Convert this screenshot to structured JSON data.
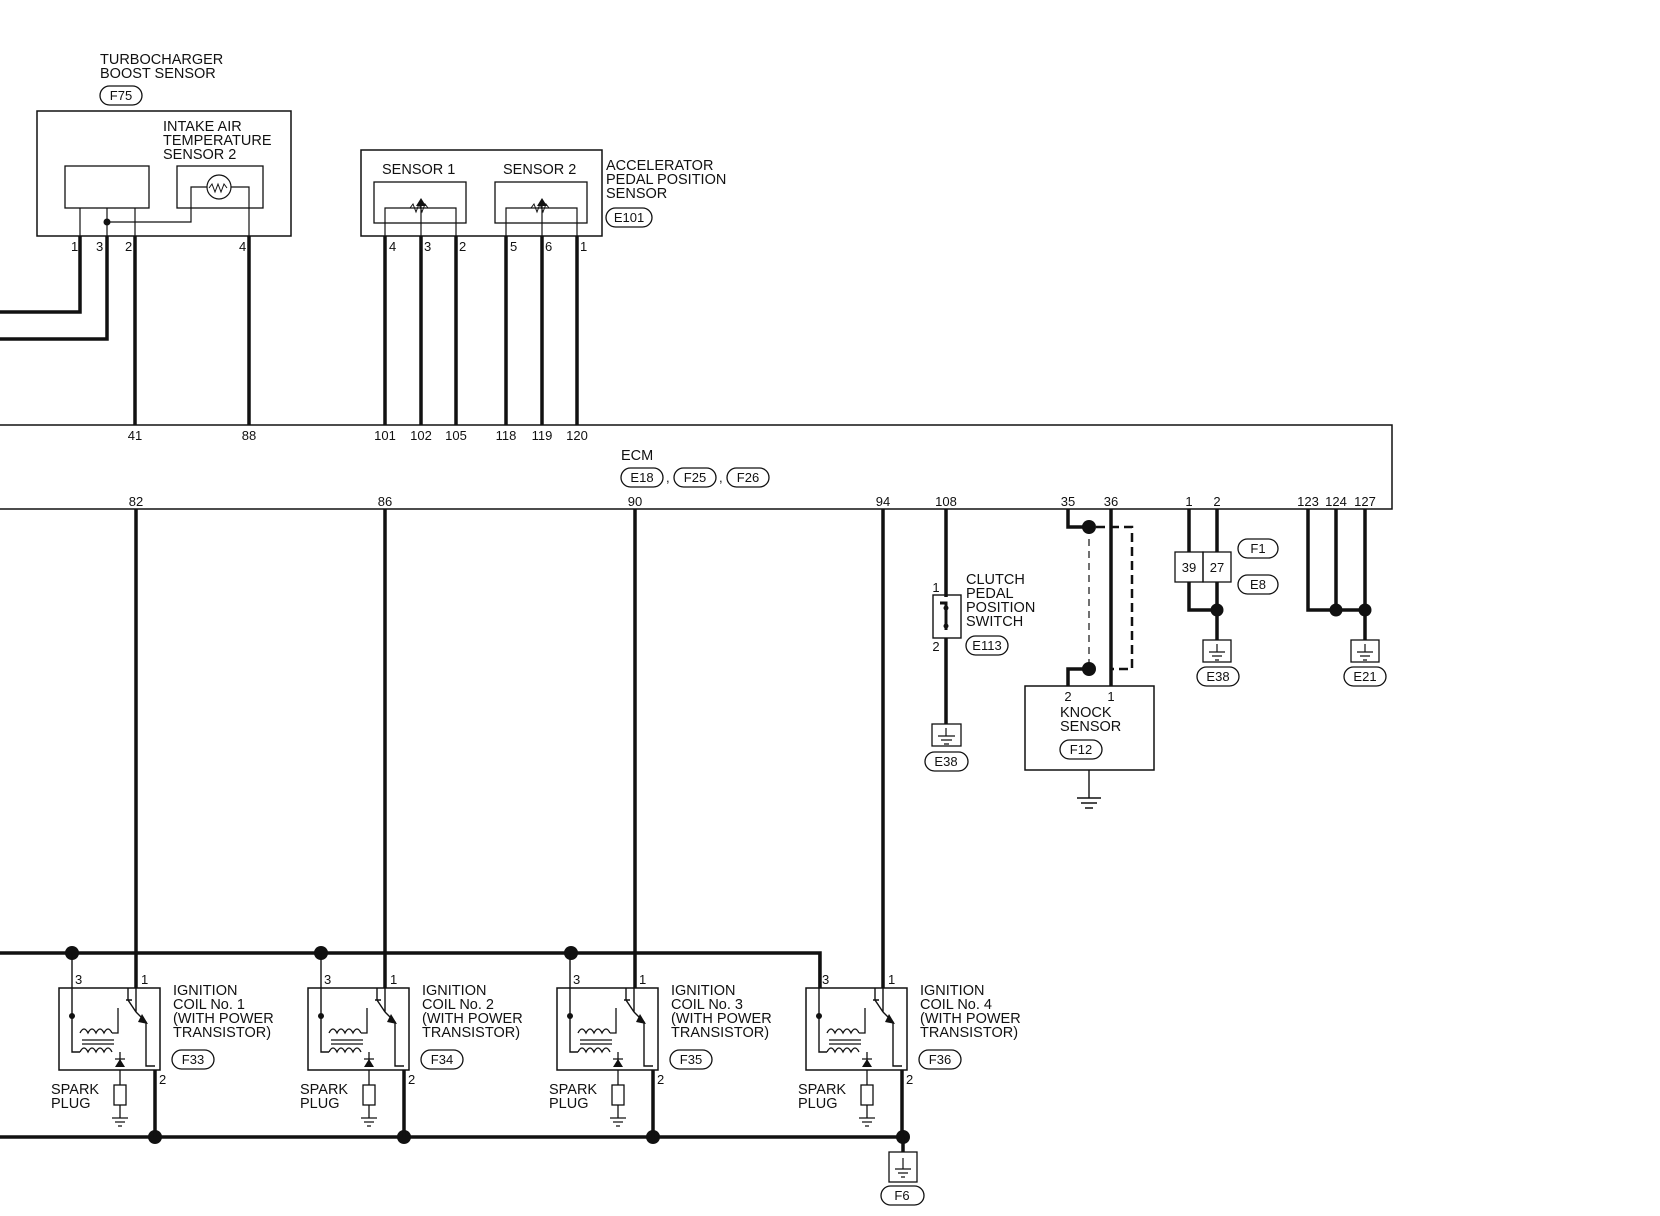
{
  "labels": {
    "turbo": [
      "TURBOCHARGER",
      "BOOST SENSOR"
    ],
    "iat": [
      "INTAKE AIR",
      "TEMPERATURE",
      "SENSOR 2"
    ],
    "sensor1": "SENSOR 1",
    "sensor2": "SENSOR 2",
    "apps": [
      "ACCELERATOR",
      "PEDAL POSITION",
      "SENSOR"
    ],
    "ecm": "ECM",
    "clutch": [
      "CLUTCH",
      "PEDAL",
      "POSITION",
      "SWITCH"
    ],
    "knock": [
      "KNOCK",
      "SENSOR"
    ],
    "spark": [
      "SPARK",
      "PLUG"
    ],
    "coil1": [
      "IGNITION",
      "COIL No. 1",
      "(WITH POWER",
      " TRANSISTOR)"
    ],
    "coil2": [
      "IGNITION",
      "COIL No. 2",
      "(WITH POWER",
      " TRANSISTOR)"
    ],
    "coil3": [
      "IGNITION",
      "COIL No. 3",
      "(WITH POWER",
      " TRANSISTOR)"
    ],
    "coil4": [
      "IGNITION",
      "COIL No. 4",
      "(WITH POWER",
      " TRANSISTOR)"
    ]
  },
  "connectors": {
    "turbo": "F75",
    "apps": "E101",
    "ecm1": "E18",
    "ecm2": "F25",
    "ecm3": "F26",
    "clutch": "E113",
    "clutch_gnd": "E38",
    "knock": "F12",
    "jc1": "F1",
    "jc2": "E8",
    "gnd_mid": "E38",
    "gnd_right": "E21",
    "coil1": "F33",
    "coil2": "F34",
    "coil3": "F35",
    "coil4": "F36",
    "coil_gnd": "F6",
    "sep": ","
  },
  "pins": {
    "turbo": [
      "1",
      "3",
      "2",
      "4"
    ],
    "apps_s1": [
      "4",
      "3",
      "2"
    ],
    "apps_s2": [
      "5",
      "6",
      "1"
    ],
    "ecm_top": [
      "41",
      "88",
      "101",
      "102",
      "105",
      "118",
      "119",
      "120"
    ],
    "ecm_bottom": [
      "82",
      "86",
      "90",
      "94",
      "108",
      "35",
      "36",
      "1",
      "2",
      "123",
      "124",
      "127"
    ],
    "clutch": [
      "1",
      "2"
    ],
    "knock": [
      "2",
      "1"
    ],
    "jc": [
      "39",
      "27"
    ],
    "coil": [
      "3",
      "1",
      "2"
    ]
  }
}
